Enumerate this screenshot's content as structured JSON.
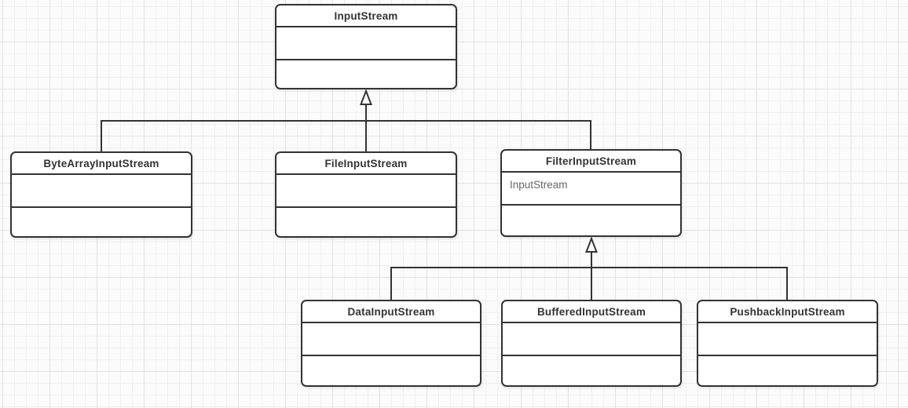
{
  "diagram": {
    "kind": "uml-class-diagram",
    "subject": "Java InputStream class hierarchy"
  },
  "colors": {
    "canvas_background": "#fbfbfb",
    "grid_minor": "#f0f0f0",
    "grid_major": "#e2e2e2",
    "box_fill": "#ffffff",
    "box_border": "#333333",
    "title_text": "#333333",
    "field_text": "#666666",
    "edge_line": "#333333"
  },
  "classes": [
    {
      "id": "InputStream",
      "name": "InputStream",
      "fields": [],
      "methods": []
    },
    {
      "id": "ByteArrayInputStream",
      "name": "ByteArrayInputStream",
      "fields": [],
      "methods": []
    },
    {
      "id": "FileInputStream",
      "name": "FileInputStream",
      "fields": [],
      "methods": []
    },
    {
      "id": "FilterInputStream",
      "name": "FilterInputStream",
      "fields": [
        "InputStream"
      ],
      "methods": []
    },
    {
      "id": "DataInputStream",
      "name": "DataInputStream",
      "fields": [],
      "methods": []
    },
    {
      "id": "BufferedInputStream",
      "name": "BufferedInputStream",
      "fields": [],
      "methods": []
    },
    {
      "id": "PushbackInputStream",
      "name": "PushbackInputStream",
      "fields": [],
      "methods": []
    }
  ],
  "relations": [
    {
      "from": "ByteArrayInputStream",
      "to": "InputStream",
      "type": "generalization"
    },
    {
      "from": "FileInputStream",
      "to": "InputStream",
      "type": "generalization"
    },
    {
      "from": "FilterInputStream",
      "to": "InputStream",
      "type": "generalization"
    },
    {
      "from": "DataInputStream",
      "to": "FilterInputStream",
      "type": "generalization"
    },
    {
      "from": "BufferedInputStream",
      "to": "FilterInputStream",
      "type": "generalization"
    },
    {
      "from": "PushbackInputStream",
      "to": "FilterInputStream",
      "type": "generalization"
    }
  ]
}
